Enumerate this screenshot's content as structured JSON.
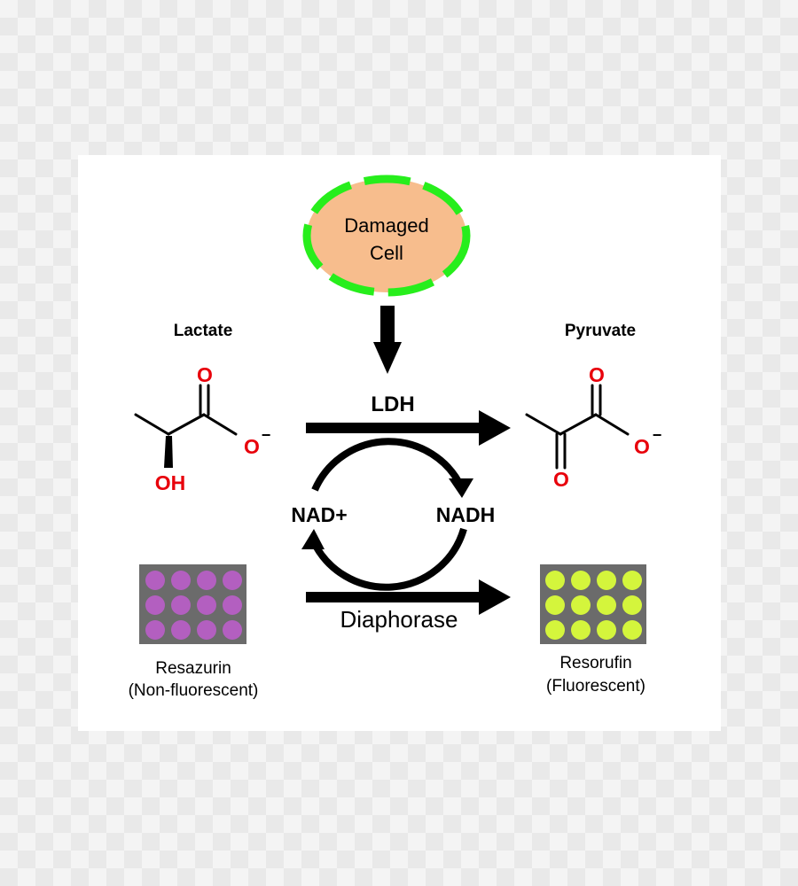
{
  "cell": {
    "line1": "Damaged",
    "line2": "Cell"
  },
  "reaction": {
    "enzyme1": "LDH",
    "enzyme2": "Diaphorase"
  },
  "cofactors": {
    "left": "NAD+",
    "right": "NADH"
  },
  "lactate": {
    "title": "Lactate",
    "carbonyl_o": "O",
    "oxide_o": "O",
    "charge": "−",
    "hydroxyl": "OH"
  },
  "pyruvate": {
    "title": "Pyruvate",
    "carbonyl_o_top": "O",
    "oxide_o": "O",
    "charge": "−",
    "carbonyl_o_bottom": "O"
  },
  "resazurin": {
    "name": "Resazurin",
    "note": "(Non-fluorescent)",
    "well_color": "#b35fc0"
  },
  "resorufin": {
    "name": "Resorufin",
    "note": "(Fluorescent)",
    "well_color": "#d4f53c"
  },
  "colors": {
    "cell_fill": "#f7bd8d",
    "cell_border": "#27ee1c",
    "plate": "#6b6b6b",
    "oxygen": "#e8000b"
  }
}
